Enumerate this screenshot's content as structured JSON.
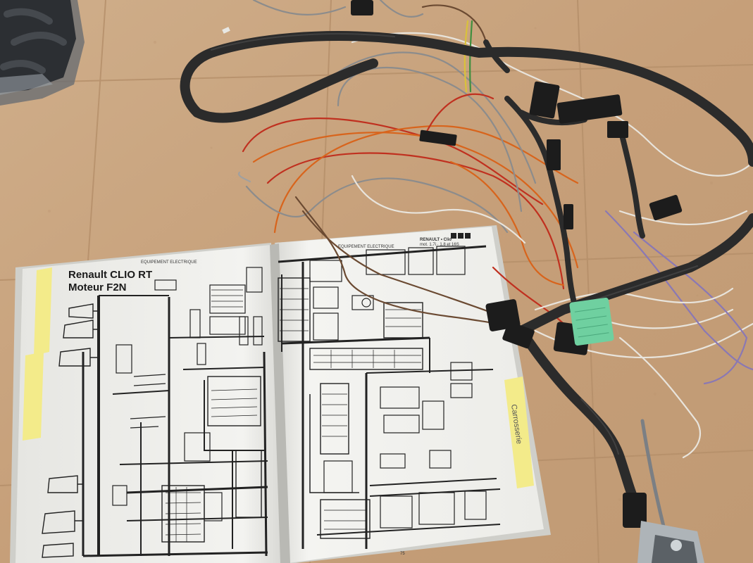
{
  "scene": {
    "description_free": true,
    "floor_color": "#c9a47f",
    "tile_line_color": "#b8926c",
    "page_color": "#f2f2ef",
    "sticky_note_color": "#f3eb8a"
  },
  "left_page": {
    "header": "EQUIPEMENT ELECTRIQUE",
    "title_line1": "Renault CLIO RT",
    "title_line2": "Moteur F2N"
  },
  "right_page": {
    "header": "EQUIPEMENT ELECTRIQUE",
    "corner_label": "RENAULT • Clio",
    "corner_sub": "mot. 1.7i · 1.8 et 16S",
    "page_number": "75"
  },
  "sticky_tab": {
    "label": "Carrosserie"
  },
  "wire_colors": {
    "sheath": "#2b2b2b",
    "red": "#c0301f",
    "orange": "#d8641c",
    "grey": "#8c8c8c",
    "white": "#e8e4dc",
    "purple": "#8a78b4",
    "brown": "#6b4a32",
    "yellow": "#d9c23a",
    "green": "#3f8f3f"
  },
  "connector_colors": {
    "black": "#1c1c1c",
    "green": "#6fd0a0"
  }
}
